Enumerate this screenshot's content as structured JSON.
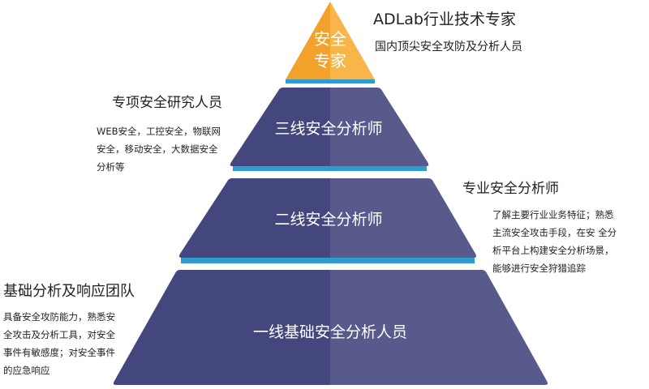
{
  "colors": {
    "tier_left": "#44477e",
    "tier_right": "#575a8b",
    "tier_edge": "#2f9bd0",
    "top_left": "#f2a12a",
    "top_right": "#f7b54a",
    "text": "#222222"
  },
  "pyramid": {
    "top": {
      "line1": "安全",
      "line2": "专家"
    },
    "level3": {
      "label": "三线安全分析师"
    },
    "level2": {
      "label": "二线安全分析师"
    },
    "level1": {
      "label": "一线基础安全分析人员"
    }
  },
  "annotations": {
    "expert": {
      "title": "ADLab行业技术专家",
      "desc": "国内顶尖安全攻防及分析人员"
    },
    "research": {
      "title": "专项安全研究人员",
      "desc": [
        "WEB安全，工控安全，物联网",
        "安全，移动安全，大数据安全",
        "分析等"
      ]
    },
    "industry": {
      "title": "专业安全分析师",
      "desc": [
        "了解主要行业业务特征；熟悉",
        "主流安全攻击手段，在安 全分",
        "析平台上构建安全分析场景，",
        "能够进行安全狩猎追踪"
      ]
    },
    "basic": {
      "title": "基础分析及响应团队",
      "desc": [
        "具备安全攻防能力，熟悉安",
        "全攻击及分析工具，对安全",
        "事件有敏感度；对安全事件",
        "的应急响应"
      ]
    }
  }
}
